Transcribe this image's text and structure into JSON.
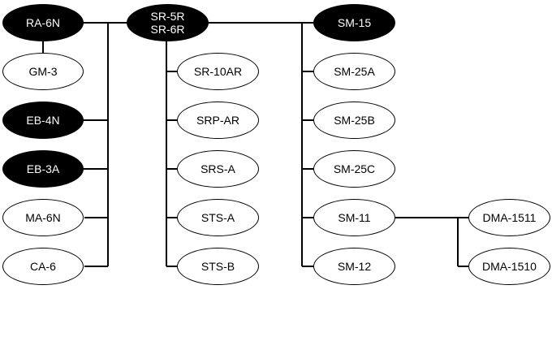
{
  "nodes": {
    "ra_6n": "RA-6N",
    "gm_3": "GM-3",
    "eb_4n": "EB-4N",
    "eb_3a": "EB-3A",
    "ma_6n": "MA-6N",
    "ca_6": "CA-6",
    "sr_5r_6r": "SR-5R\nSR-6R",
    "sr_10ar": "SR-10AR",
    "srp_ar": "SRP-AR",
    "srs_a": "SRS-A",
    "sts_a": "STS-A",
    "sts_b": "STS-B",
    "sm_15": "SM-15",
    "sm_25a": "SM-25A",
    "sm_25b": "SM-25B",
    "sm_25c": "SM-25C",
    "sm_11": "SM-11",
    "sm_12": "SM-12",
    "dma_1511": "DMA-1511",
    "dma_1510": "DMA-1510"
  },
  "colors": {
    "dark_fill": "#000000",
    "light_fill": "#ffffff",
    "line": "#000000"
  }
}
